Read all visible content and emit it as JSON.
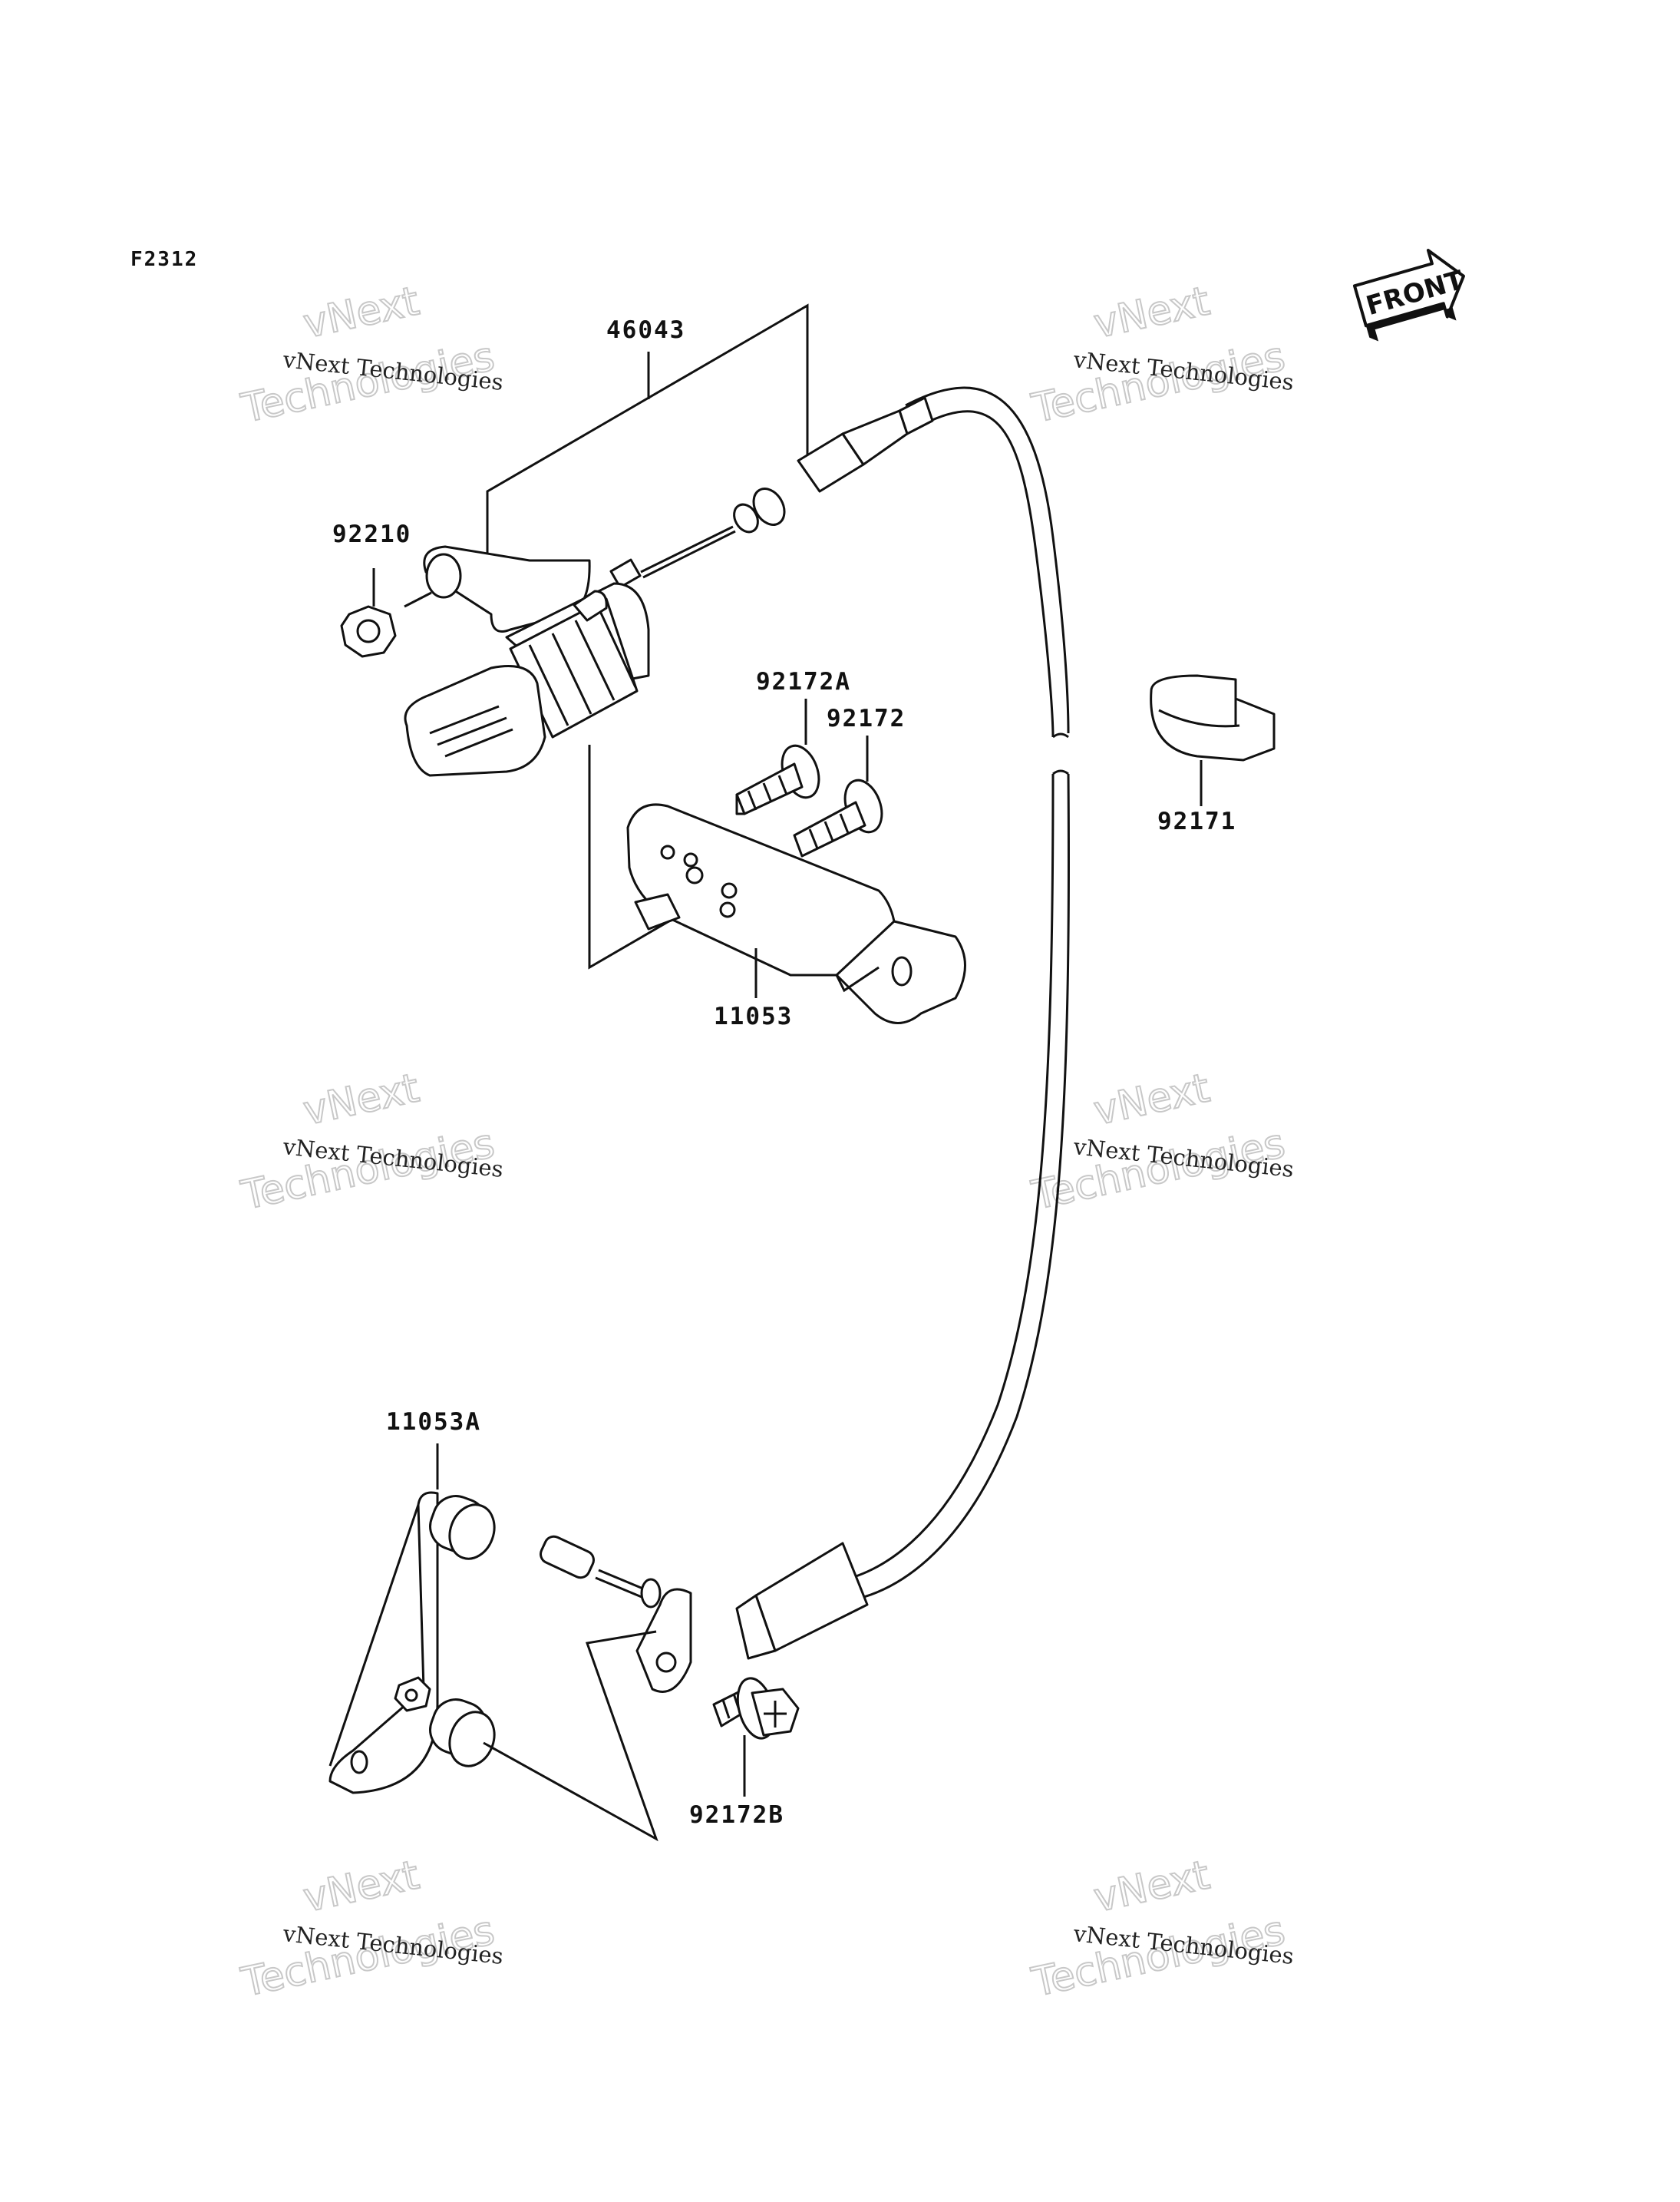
{
  "diagram_code": "F2312",
  "front_label": "FRONT",
  "watermark": {
    "brand_top": "vNext",
    "line": "vNext Technologies",
    "brand_bottom": "Technologies"
  },
  "parts": [
    {
      "id": "p1",
      "number": "46043"
    },
    {
      "id": "p2",
      "number": "92210"
    },
    {
      "id": "p3",
      "number": "92172A"
    },
    {
      "id": "p4",
      "number": "92172"
    },
    {
      "id": "p5",
      "number": "92171"
    },
    {
      "id": "p6",
      "number": "11053"
    },
    {
      "id": "p7",
      "number": "11053A"
    },
    {
      "id": "p8",
      "number": "92172B"
    }
  ]
}
